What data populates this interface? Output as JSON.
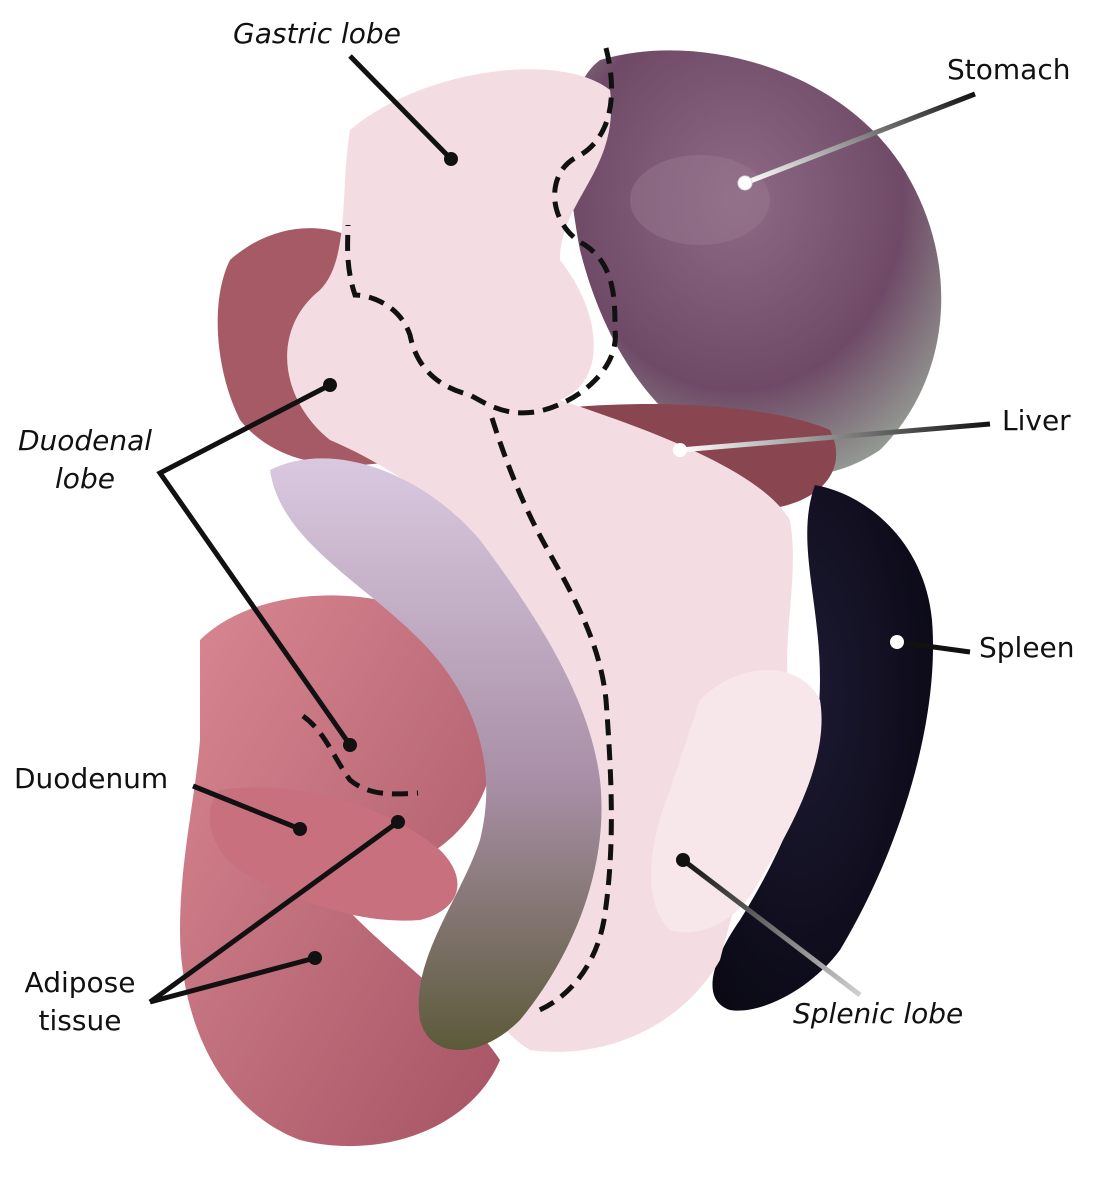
{
  "figure": {
    "labels": {
      "gastric_lobe": "Gastric lobe",
      "stomach": "Stomach",
      "duodenal_lobe_line1": "Duodenal",
      "duodenal_lobe_line2": "lobe",
      "liver": "Liver",
      "spleen": "Spleen",
      "duodenum": "Duodenum",
      "adipose_line1": "Adipose",
      "adipose_line2": "tissue",
      "splenic_lobe": "Splenic lobe"
    },
    "colors": {
      "background": "#ffffff",
      "pancreas_tissue": "#f4dde2",
      "stomach": "#7d5a73",
      "liver": "#8c4a55",
      "spleen": "#0e0c1e",
      "duodenum": "#c9707f",
      "outline": "#111111"
    }
  }
}
